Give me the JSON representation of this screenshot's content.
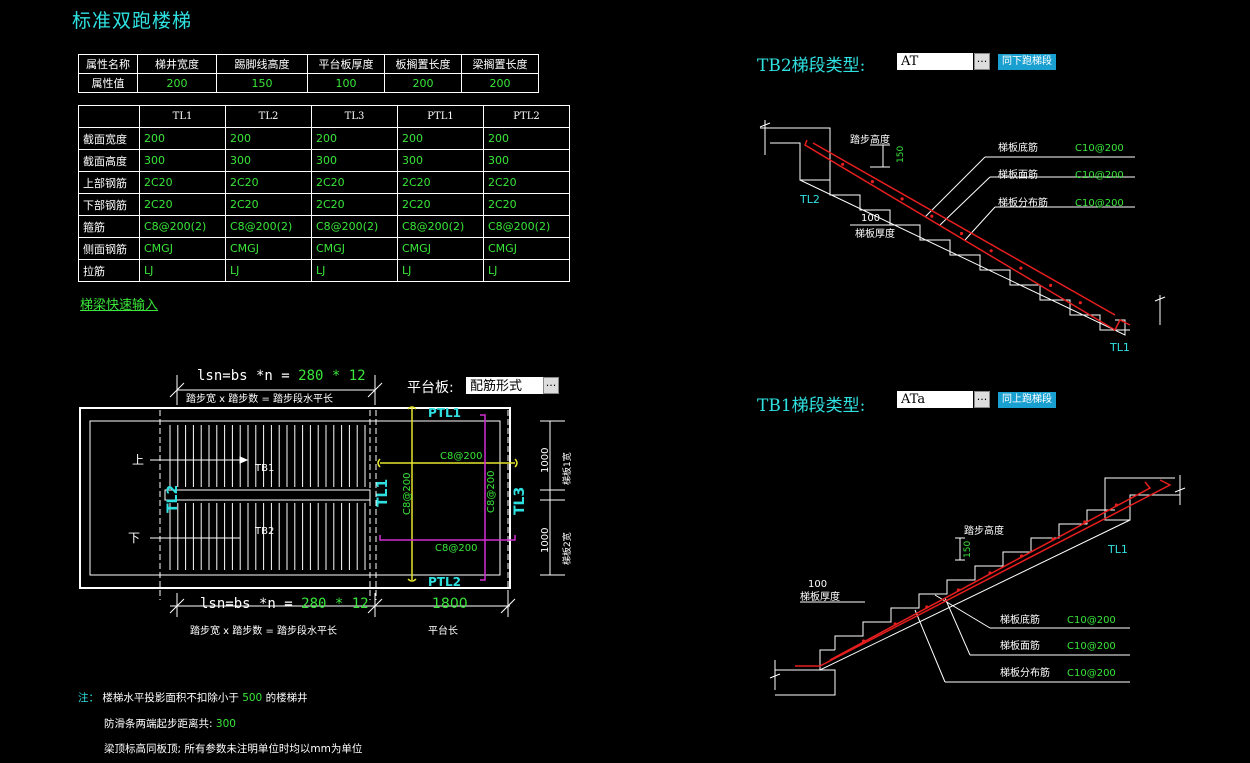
{
  "title": "标准双跑楼梯",
  "props_table": {
    "headers": [
      "属性名称",
      "梯井宽度",
      "踢脚线高度",
      "平台板厚度",
      "板搁置长度",
      "梁搁置长度"
    ],
    "row_label": "属性值",
    "values": [
      "200",
      "150",
      "100",
      "200",
      "200"
    ]
  },
  "beam_table": {
    "columns": [
      "TL1",
      "TL2",
      "TL3",
      "PTL1",
      "PTL2"
    ],
    "rows": [
      {
        "label": "截面宽度",
        "cells": [
          "200",
          "200",
          "200",
          "200",
          "200"
        ]
      },
      {
        "label": "截面高度",
        "cells": [
          "300",
          "300",
          "300",
          "300",
          "300"
        ]
      },
      {
        "label": "上部钢筋",
        "cells": [
          "2C20",
          "2C20",
          "2C20",
          "2C20",
          "2C20"
        ]
      },
      {
        "label": "下部钢筋",
        "cells": [
          "2C20",
          "2C20",
          "2C20",
          "2C20",
          "2C20"
        ]
      },
      {
        "label": "箍筋",
        "cells": [
          "C8@200(2)",
          "C8@200(2)",
          "C8@200(2)",
          "C8@200(2)",
          "C8@200(2)"
        ]
      },
      {
        "label": "侧面钢筋",
        "cells": [
          "CMGJ",
          "CMGJ",
          "CMGJ",
          "CMGJ",
          "CMGJ"
        ]
      },
      {
        "label": "拉筋",
        "cells": [
          "LJ",
          "LJ",
          "LJ",
          "LJ",
          "LJ"
        ]
      }
    ]
  },
  "quick_input": "梯梁快速输入",
  "plan": {
    "top_formula_prefix": "lsn=bs *n = ",
    "top_formula_value": "280 * 12",
    "top_formula_desc": "踏步宽 x 踏步数 = 踏步段水平长",
    "bottom_formula_prefix": "lsn=bs *n = ",
    "bottom_formula_value": "280 * 12",
    "bottom_formula_desc": "踏步宽 x 踏步数 = 踏步段水平长",
    "platform_length_value": "1800",
    "platform_length_label": "平台长",
    "platform_board_label": "平台板:",
    "platform_board_value": "配筋形式",
    "up_label": "上",
    "down_label": "下",
    "tb1": "TB1",
    "tb2": "TB2",
    "tl1": "TL1",
    "tl2": "TL2",
    "tl3": "TL3",
    "ptl1": "PTL1",
    "ptl2": "PTL2",
    "rebar_top": "C8@200",
    "rebar_bottom": "C8@200",
    "rebar_left_v": "C8@200",
    "rebar_right_v": "C8@200",
    "dim_1000_a": "1000",
    "dim_1000_b": "1000",
    "width1": "梯板1宽",
    "width2": "梯板2宽"
  },
  "notes": {
    "note_prefix": "注：",
    "line1_a": "楼梯水平投影面积不扣除小于",
    "line1_value": "500",
    "line1_b": "的楼梯井",
    "line2_a": "防滑条两端起步距离共:",
    "line2_value": "300",
    "line3": "梁顶标高同板顶; 所有参数未注明单位时均以mm为单位"
  },
  "tb2": {
    "label": "TB2梯段类型:",
    "type_value": "AT",
    "button": "同下跑梯段",
    "step_height": "踏步高度",
    "step_height_value": "150",
    "thickness_value": "100",
    "thickness_label": "梯板厚度",
    "bottom_bar": "梯板底筋",
    "bottom_bar_value": "C10@200",
    "top_bar": "梯板面筋",
    "top_bar_value": "C10@200",
    "dist_bar": "梯板分布筋",
    "dist_bar_value": "C10@200",
    "tl2": "TL2",
    "tl1": "TL1"
  },
  "tb1": {
    "label": "TB1梯段类型:",
    "type_value": "ATa",
    "button": "同上跑梯段",
    "step_height": "踏步高度",
    "step_height_value": "150",
    "thickness_value": "100",
    "thickness_label": "梯板厚度",
    "bottom_bar": "梯板底筋",
    "bottom_bar_value": "C10@200",
    "top_bar": "梯板面筋",
    "top_bar_value": "C10@200",
    "dist_bar": "梯板分布筋",
    "dist_bar_value": "C10@200",
    "tl1": "TL1"
  },
  "colors": {
    "cyan": "#2fe0e0",
    "green": "#39e639",
    "yellow": "#e6e62e",
    "magenta": "#d22ed2",
    "red": "#e61e1e",
    "button": "#1aa0d0"
  }
}
